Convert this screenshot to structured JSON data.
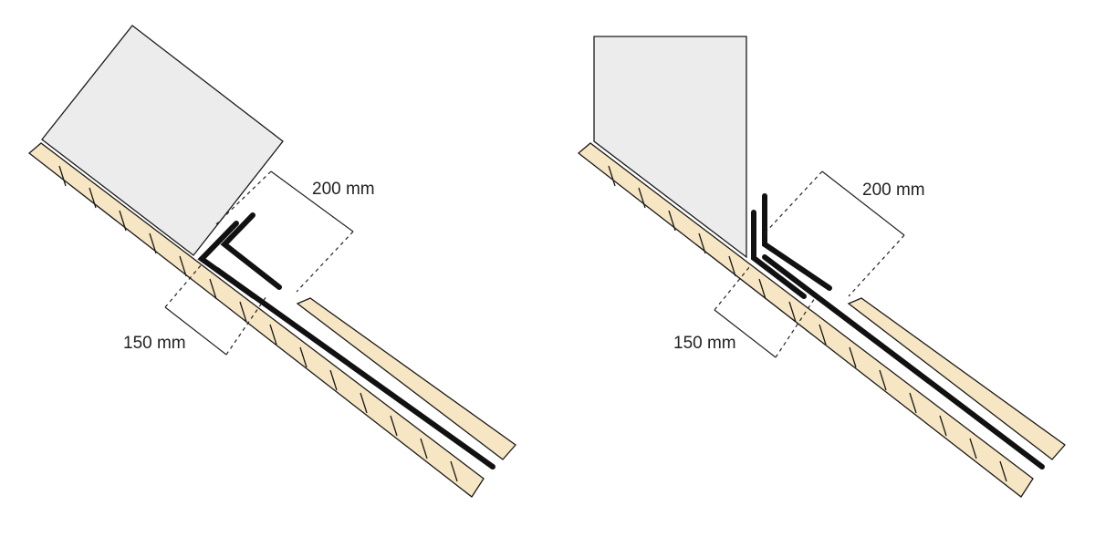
{
  "colors": {
    "wall": "#ececec",
    "timber": "#f7e6c3",
    "outline": "#1a1a1a",
    "flashing": "#111111",
    "dimension": "#222222"
  },
  "diagrams": [
    {
      "id": "left",
      "variant": "perpendicular-wall",
      "labels": {
        "upstand": "200 mm",
        "cover": "150 mm"
      }
    },
    {
      "id": "right",
      "variant": "vertical-wall",
      "labels": {
        "upstand": "200 mm",
        "cover": "150 mm"
      }
    }
  ]
}
